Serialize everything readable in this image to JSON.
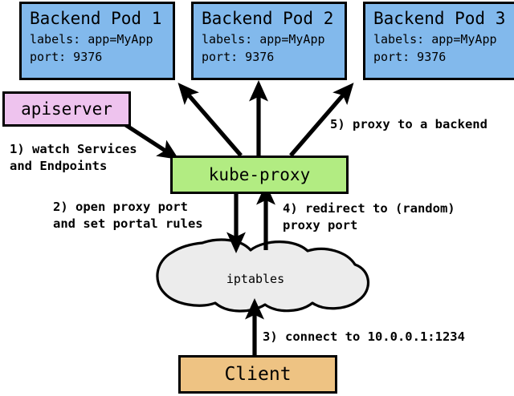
{
  "diagram": {
    "title": "kube-proxy service proxying flow",
    "background": "#ffffff",
    "colors": {
      "pod_fill": "#82b9ec",
      "apiserver_fill": "#eec3ee",
      "kubeproxy_fill": "#b2ec82",
      "client_fill": "#eec383",
      "cloud_fill": "#ececec",
      "stroke": "#000000"
    }
  },
  "pods": [
    {
      "title": "Backend Pod 1",
      "labels_line": "labels: app=MyApp",
      "port_line": "port: 9376"
    },
    {
      "title": "Backend Pod 2",
      "labels_line": "labels: app=MyApp",
      "port_line": "port: 9376"
    },
    {
      "title": "Backend Pod 3",
      "labels_line": "labels: app=MyApp",
      "port_line": "port: 9376"
    }
  ],
  "nodes": {
    "apiserver": "apiserver",
    "kube_proxy": "kube-proxy",
    "iptables": "iptables",
    "client": "Client"
  },
  "steps": [
    {
      "id": "step-1",
      "line1": "1) watch Services",
      "line2": "and Endpoints"
    },
    {
      "id": "step-2",
      "line1": "2) open proxy port",
      "line2": "and set portal rules"
    },
    {
      "id": "step-3",
      "line1": "3) connect to 10.0.0.1:1234",
      "line2": ""
    },
    {
      "id": "step-4",
      "line1": "4) redirect to (random)",
      "line2": "proxy port"
    },
    {
      "id": "step-5",
      "line1": "5) proxy to a backend",
      "line2": ""
    }
  ]
}
